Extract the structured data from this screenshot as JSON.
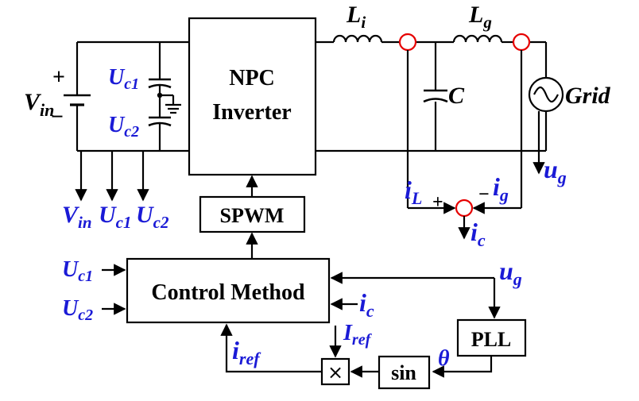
{
  "colors": {
    "signal_text": "#1a1ad6",
    "measure_circle": "#e60000",
    "line": "#000000"
  },
  "blocks": {
    "npc_line1": "NPC",
    "npc_line2": "Inverter",
    "spwm": "SPWM",
    "control": "Control Method",
    "pll": "PLL",
    "sin": "sin",
    "multiplier": "×"
  },
  "components": {
    "inductor_i": {
      "main": "L",
      "sub": "i"
    },
    "inductor_g": {
      "main": "L",
      "sub": "g"
    },
    "capacitor": "C",
    "grid": "Grid",
    "source": {
      "main": "V",
      "sub": "in",
      "plus": "+",
      "minus": "−"
    }
  },
  "signals": {
    "uc1": {
      "main": "U",
      "sub": "c1"
    },
    "uc2": {
      "main": "U",
      "sub": "c2"
    },
    "vin_out": {
      "main": "V",
      "sub": "in"
    },
    "uc1_out": {
      "main": "U",
      "sub": "c1"
    },
    "uc2_out": {
      "main": "U",
      "sub": "c2"
    },
    "ug_grid": {
      "main": "u",
      "sub": "g"
    },
    "il": {
      "main": "i",
      "sub": "L"
    },
    "ig": {
      "main": "i",
      "sub": "g"
    },
    "ic_sum": {
      "main": "i",
      "sub": "c"
    },
    "ug_ctrl": {
      "main": "u",
      "sub": "g"
    },
    "ic_ctrl": {
      "main": "i",
      "sub": "c"
    },
    "iref_up": {
      "main": "I",
      "sub": "ref"
    },
    "iref_left": {
      "main": "i",
      "sub": "ref"
    },
    "uc1_in": {
      "main": "U",
      "sub": "c1"
    },
    "uc2_in": {
      "main": "U",
      "sub": "c2"
    },
    "theta": "θ",
    "plus_sign": "+",
    "minus_sign": "−"
  }
}
